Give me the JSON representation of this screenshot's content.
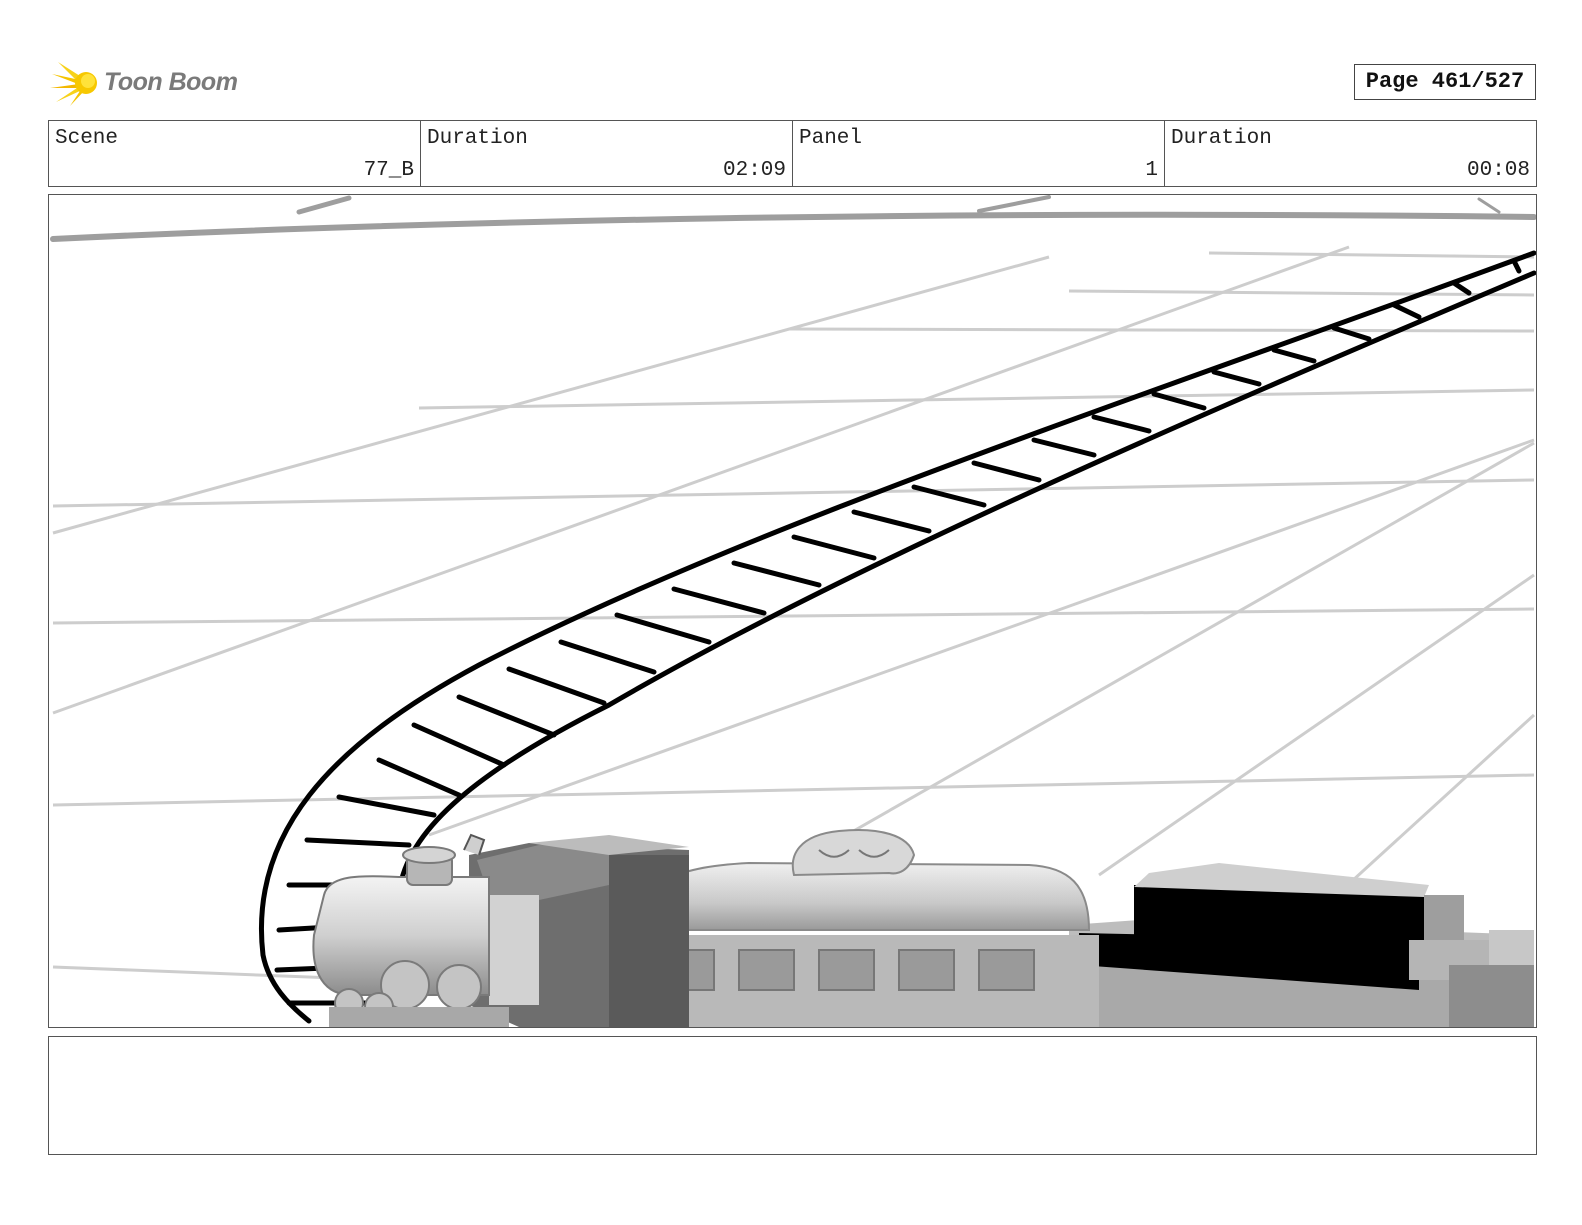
{
  "brand": {
    "name": "Toon Boom",
    "icon": "toon-boom-star-icon",
    "accent": "#f5c400"
  },
  "page": {
    "label": "Page 461/527"
  },
  "header": {
    "scene_label": "Scene",
    "scene_value": "77_B",
    "scene_duration_label": "Duration",
    "scene_duration_value": "02:09",
    "panel_label": "Panel",
    "panel_value": "1",
    "panel_duration_label": "Duration",
    "panel_duration_value": "00:08"
  },
  "notes": {
    "text": ""
  }
}
